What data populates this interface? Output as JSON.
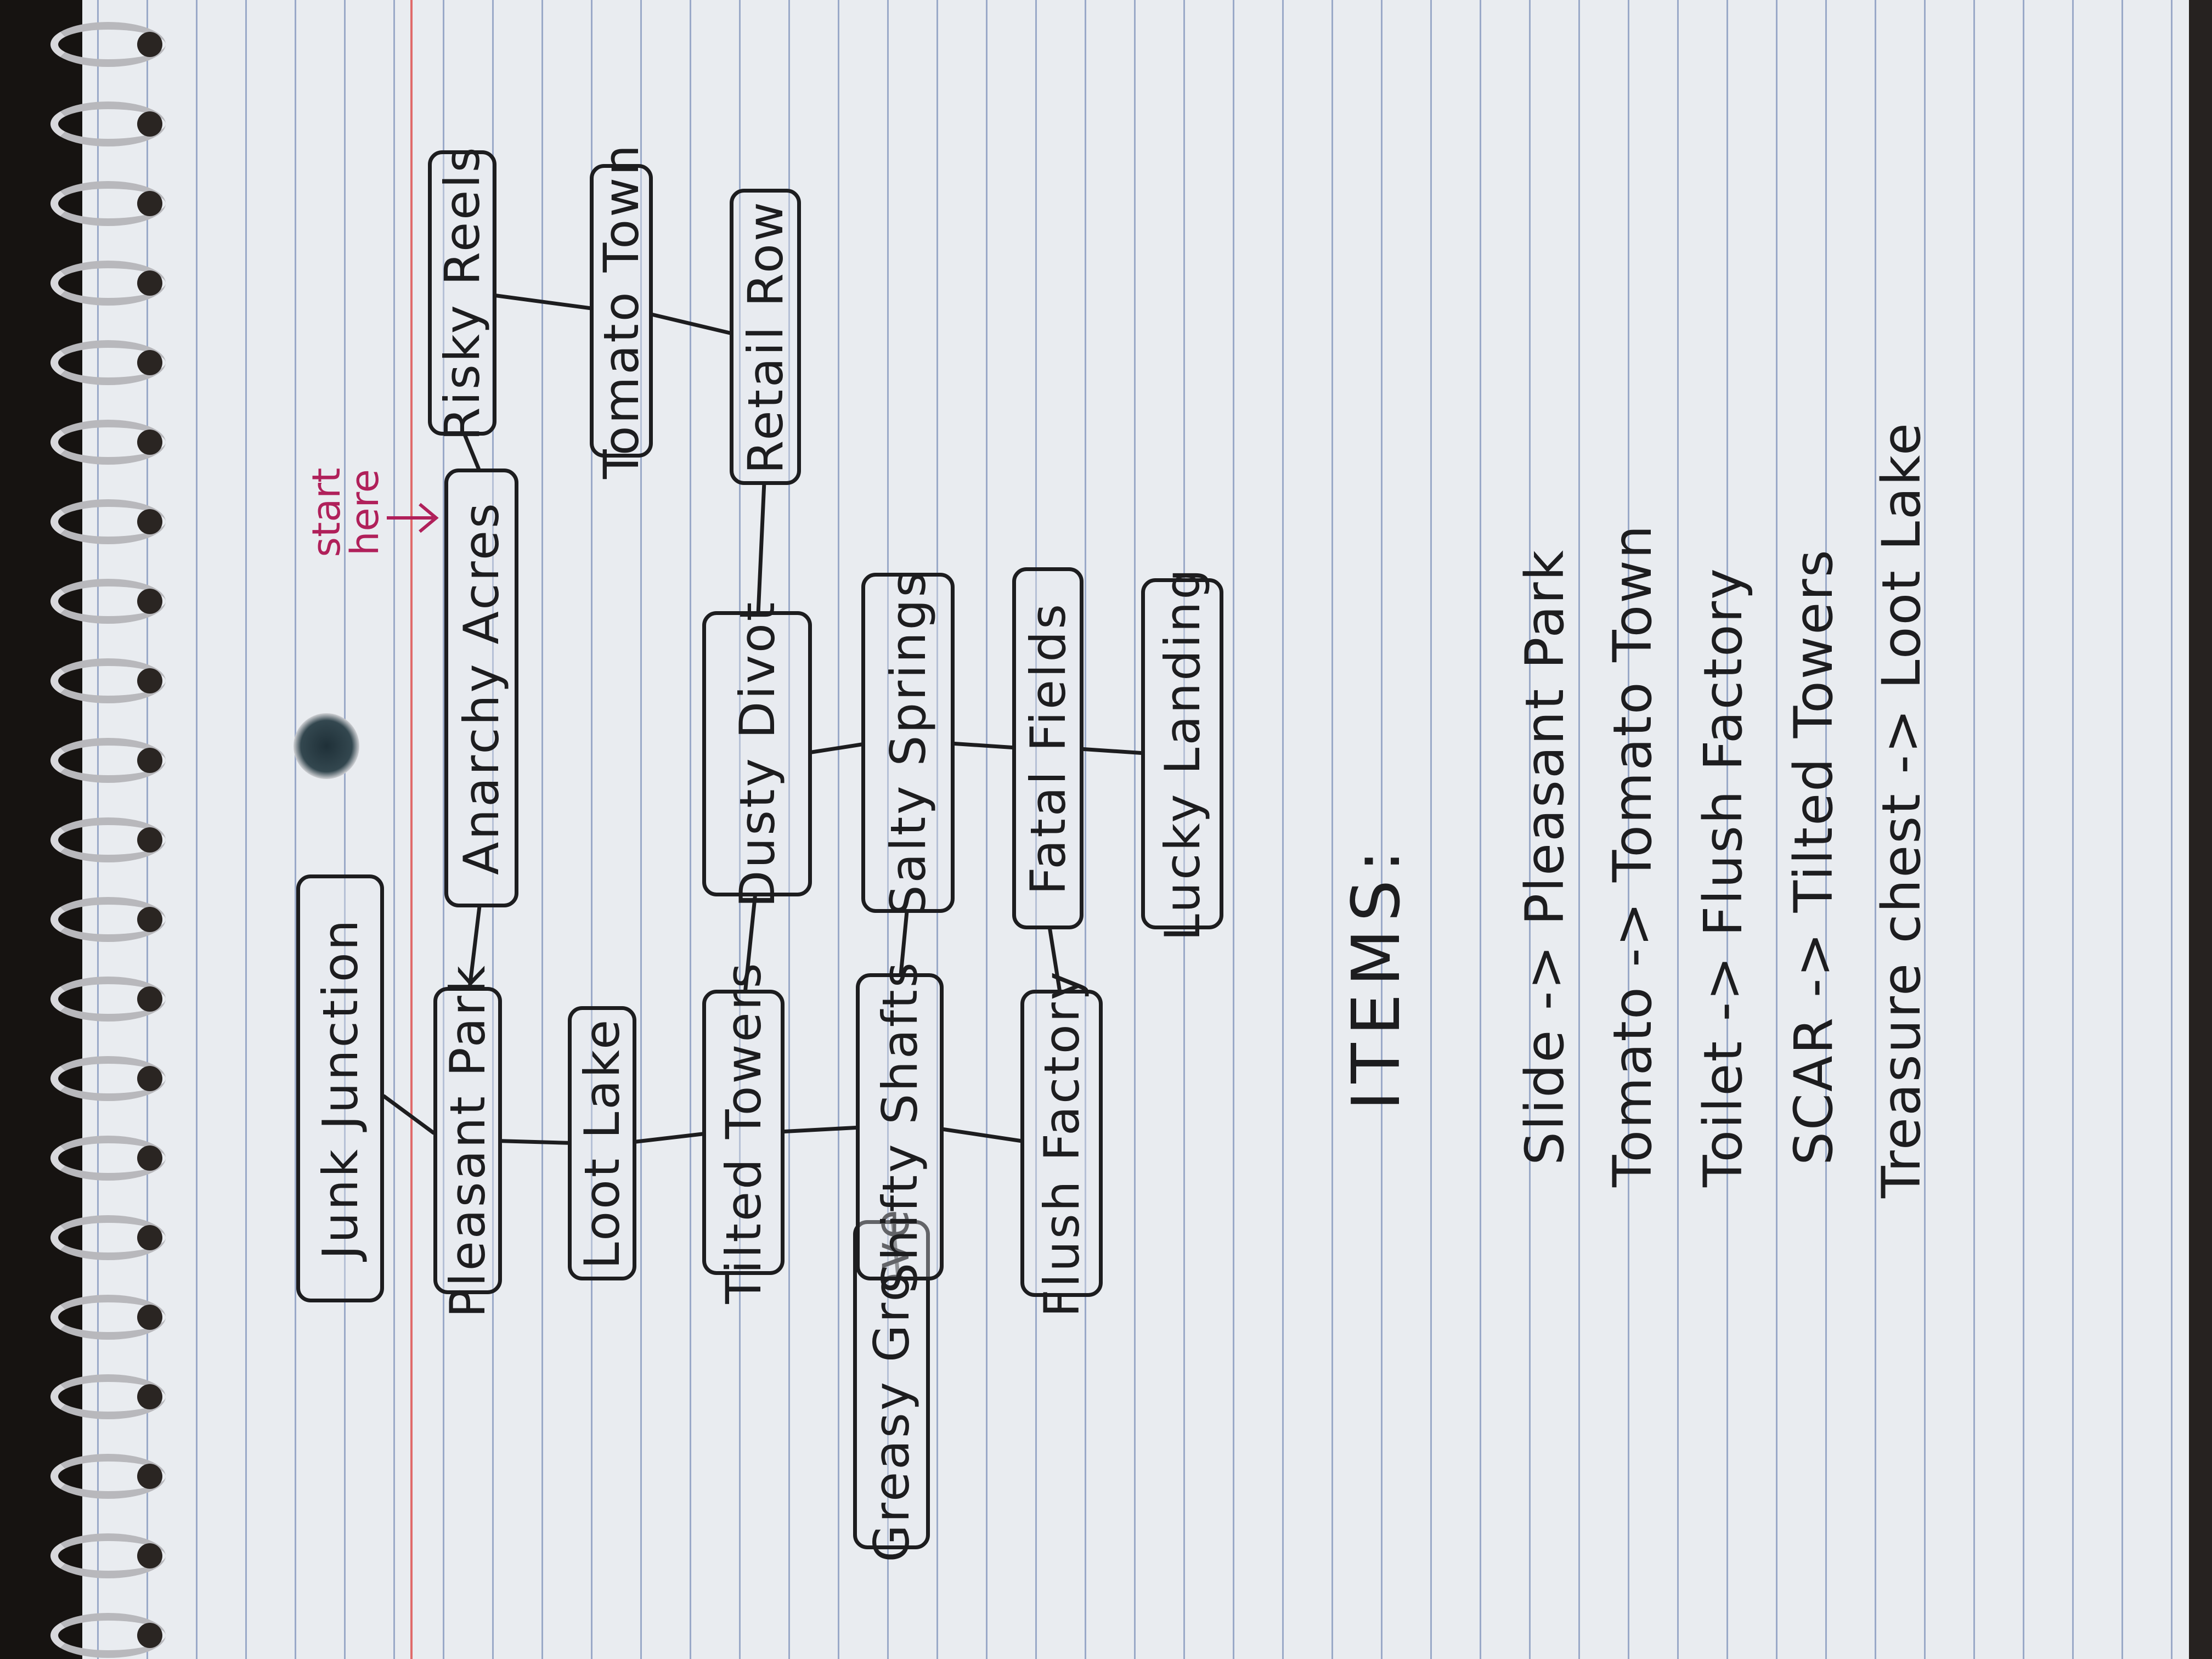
{
  "start_note": "start here",
  "diagram": {
    "nodes": [
      {
        "id": "junk-junction",
        "label": "Junk Junction"
      },
      {
        "id": "pleasant-park",
        "label": "Pleasant Park"
      },
      {
        "id": "anarchy-acres",
        "label": "Anarchy Acres"
      },
      {
        "id": "risky-reels",
        "label": "Risky Reels"
      },
      {
        "id": "tomato-town",
        "label": "Tomato Town"
      },
      {
        "id": "retail-row",
        "label": "Retail Row"
      },
      {
        "id": "loot-lake",
        "label": "Loot Lake"
      },
      {
        "id": "tilted-towers",
        "label": "Tilted Towers"
      },
      {
        "id": "dusty-divot",
        "label": "Dusty Divot"
      },
      {
        "id": "greasy-grove",
        "label": "Greasy Grove"
      },
      {
        "id": "shifty-shafts",
        "label": "Shifty Shafts"
      },
      {
        "id": "salty-springs",
        "label": "Salty Springs"
      },
      {
        "id": "flush-factory",
        "label": "Flush Factory"
      },
      {
        "id": "fatal-fields",
        "label": "Fatal Fields"
      },
      {
        "id": "lucky-landing",
        "label": "Lucky Landing"
      }
    ],
    "edges": [
      [
        "junk-junction",
        "pleasant-park"
      ],
      [
        "pleasant-park",
        "loot-lake"
      ],
      [
        "loot-lake",
        "tilted-towers"
      ],
      [
        "tilted-towers",
        "shifty-shafts"
      ],
      [
        "shifty-shafts",
        "flush-factory"
      ],
      [
        "shifty-shafts",
        "greasy-grove"
      ],
      [
        "pleasant-park",
        "anarchy-acres"
      ],
      [
        "anarchy-acres",
        "risky-reels"
      ],
      [
        "risky-reels",
        "tomato-town"
      ],
      [
        "tomato-town",
        "retail-row"
      ],
      [
        "retail-row",
        "dusty-divot"
      ],
      [
        "tilted-towers",
        "dusty-divot"
      ],
      [
        "shifty-shafts",
        "salty-springs"
      ],
      [
        "dusty-divot",
        "salty-springs"
      ],
      [
        "salty-springs",
        "fatal-fields"
      ],
      [
        "flush-factory",
        "fatal-fields"
      ],
      [
        "fatal-fields",
        "lucky-landing"
      ]
    ]
  },
  "items": {
    "heading": "ITEMS:",
    "lines": [
      "Slide -> Pleasant Park",
      "Tomato -> Tomato Town",
      "Toilet -> Flush Factory",
      "SCAR -> Tilted Towers",
      "Treasure chest -> Loot Lake"
    ]
  }
}
